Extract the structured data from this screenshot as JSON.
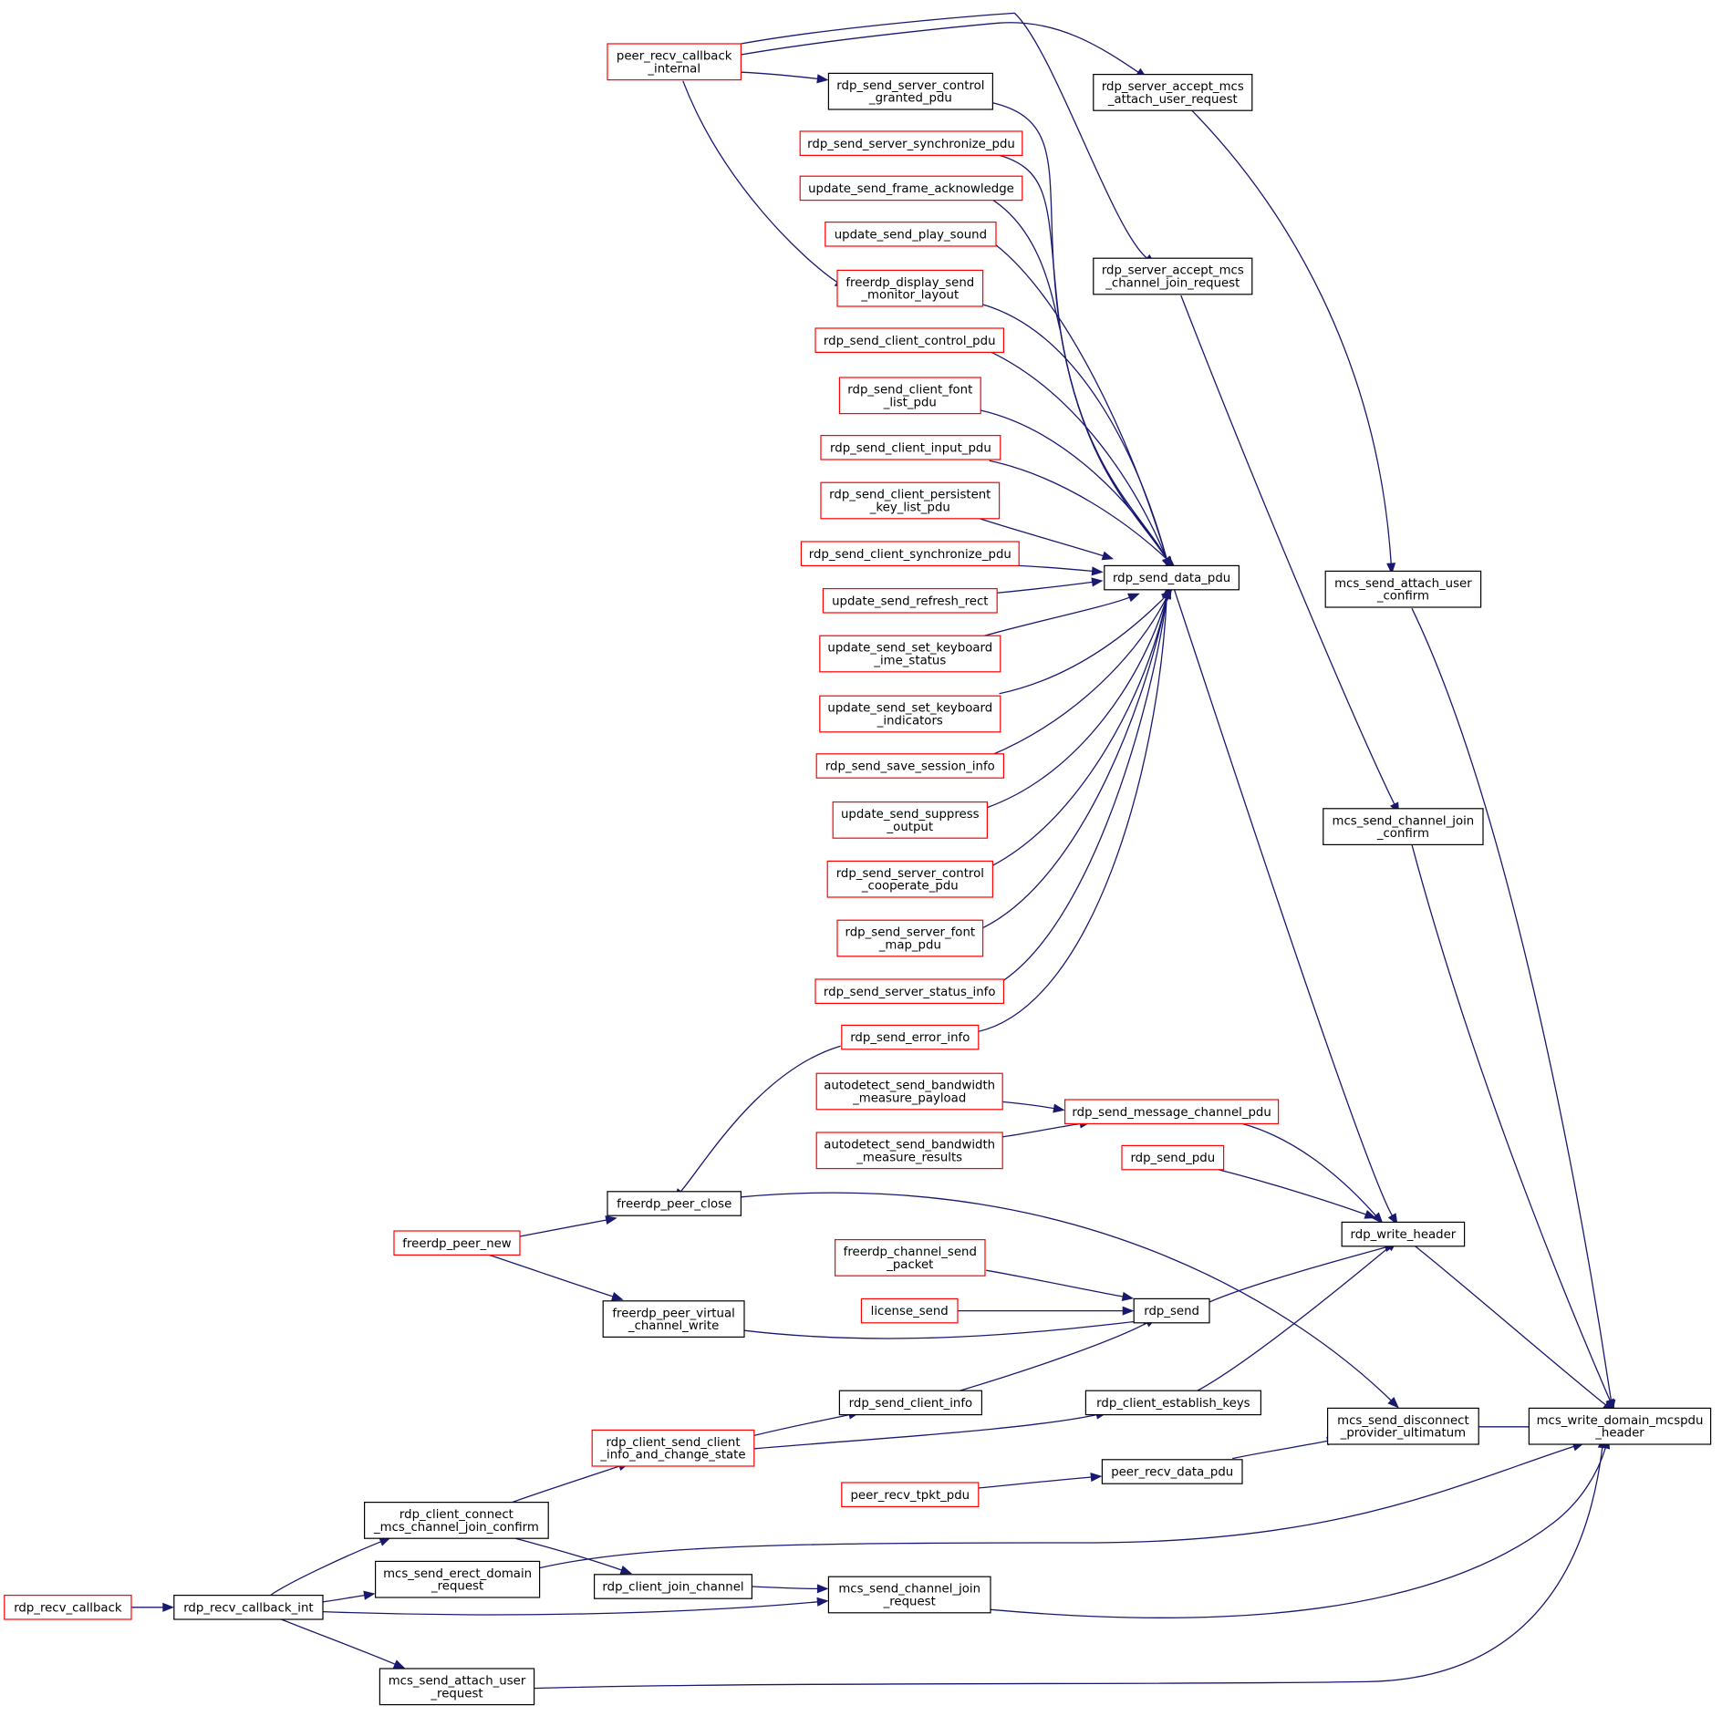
{
  "graph": {
    "colors": {
      "edge": "#191970",
      "border_internal": "#000000",
      "border_external": "#ff0000",
      "highlight_fill": "#bfbfbf"
    },
    "nodes": [
      {
        "id": "mcs_write",
        "lines": [
          "mcs_write_domain_mcspdu",
          "_header"
        ],
        "style": "highlight"
      },
      {
        "id": "peer_recv_cb_internal",
        "lines": [
          "peer_recv_callback",
          "_internal"
        ],
        "style": "red"
      },
      {
        "id": "rdp_send_server_control_granted",
        "lines": [
          "rdp_send_server_control",
          "_granted_pdu"
        ],
        "style": "black"
      },
      {
        "id": "rdp_server_accept_attach",
        "lines": [
          "rdp_server_accept_mcs",
          "_attach_user_request"
        ],
        "style": "black"
      },
      {
        "id": "rdp_send_server_synchronize",
        "lines": [
          "rdp_send_server_synchronize_pdu"
        ],
        "style": "red"
      },
      {
        "id": "update_send_frame_ack",
        "lines": [
          "update_send_frame_acknowledge"
        ],
        "style": "red"
      },
      {
        "id": "update_send_play_sound",
        "lines": [
          "update_send_play_sound"
        ],
        "style": "red"
      },
      {
        "id": "freerdp_display_send",
        "lines": [
          "freerdp_display_send",
          "_monitor_layout"
        ],
        "style": "red"
      },
      {
        "id": "rdp_server_accept_join",
        "lines": [
          "rdp_server_accept_mcs",
          "_channel_join_request"
        ],
        "style": "black"
      },
      {
        "id": "rdp_send_client_control",
        "lines": [
          "rdp_send_client_control_pdu"
        ],
        "style": "red"
      },
      {
        "id": "rdp_send_client_font",
        "lines": [
          "rdp_send_client_font",
          "_list_pdu"
        ],
        "style": "red"
      },
      {
        "id": "rdp_send_client_input",
        "lines": [
          "rdp_send_client_input_pdu"
        ],
        "style": "red"
      },
      {
        "id": "rdp_send_client_persistent",
        "lines": [
          "rdp_send_client_persistent",
          "_key_list_pdu"
        ],
        "style": "red"
      },
      {
        "id": "rdp_send_client_synchronize",
        "lines": [
          "rdp_send_client_synchronize_pdu"
        ],
        "style": "red"
      },
      {
        "id": "rdp_send_data_pdu",
        "lines": [
          "rdp_send_data_pdu"
        ],
        "style": "black"
      },
      {
        "id": "mcs_send_attach_user_confirm",
        "lines": [
          "mcs_send_attach_user",
          "_confirm"
        ],
        "style": "black"
      },
      {
        "id": "update_send_refresh_rect",
        "lines": [
          "update_send_refresh_rect"
        ],
        "style": "red"
      },
      {
        "id": "update_send_keyboard_ime",
        "lines": [
          "update_send_set_keyboard",
          "_ime_status"
        ],
        "style": "red"
      },
      {
        "id": "update_send_keyboard_ind",
        "lines": [
          "update_send_set_keyboard",
          "_indicators"
        ],
        "style": "red"
      },
      {
        "id": "rdp_send_save_session",
        "lines": [
          "rdp_send_save_session_info"
        ],
        "style": "red"
      },
      {
        "id": "update_send_suppress",
        "lines": [
          "update_send_suppress",
          "_output"
        ],
        "style": "red"
      },
      {
        "id": "mcs_send_channel_join_confirm",
        "lines": [
          "mcs_send_channel_join",
          "_confirm"
        ],
        "style": "black"
      },
      {
        "id": "rdp_send_server_cooperate",
        "lines": [
          "rdp_send_server_control",
          "_cooperate_pdu"
        ],
        "style": "red"
      },
      {
        "id": "rdp_send_server_font",
        "lines": [
          "rdp_send_server_font",
          "_map_pdu"
        ],
        "style": "red"
      },
      {
        "id": "rdp_send_server_status",
        "lines": [
          "rdp_send_server_status_info"
        ],
        "style": "red"
      },
      {
        "id": "rdp_send_error_info",
        "lines": [
          "rdp_send_error_info"
        ],
        "style": "red"
      },
      {
        "id": "autodetect_payload",
        "lines": [
          "autodetect_send_bandwidth",
          "_measure_payload"
        ],
        "style": "red"
      },
      {
        "id": "rdp_send_message_channel",
        "lines": [
          "rdp_send_message_channel_pdu"
        ],
        "style": "red"
      },
      {
        "id": "autodetect_results",
        "lines": [
          "autodetect_send_bandwidth",
          "_measure_results"
        ],
        "style": "red"
      },
      {
        "id": "rdp_send_pdu",
        "lines": [
          "rdp_send_pdu"
        ],
        "style": "red"
      },
      {
        "id": "freerdp_peer_close",
        "lines": [
          "freerdp_peer_close"
        ],
        "style": "black"
      },
      {
        "id": "rdp_write_header",
        "lines": [
          "rdp_write_header"
        ],
        "style": "black"
      },
      {
        "id": "freerdp_peer_new",
        "lines": [
          "freerdp_peer_new"
        ],
        "style": "red"
      },
      {
        "id": "freerdp_channel_send",
        "lines": [
          "freerdp_channel_send",
          "_packet"
        ],
        "style": "red"
      },
      {
        "id": "license_send",
        "lines": [
          "license_send"
        ],
        "style": "red"
      },
      {
        "id": "rdp_send",
        "lines": [
          "rdp_send"
        ],
        "style": "black"
      },
      {
        "id": "freerdp_peer_virtual",
        "lines": [
          "freerdp_peer_virtual",
          "_channel_write"
        ],
        "style": "black"
      },
      {
        "id": "rdp_send_client_info",
        "lines": [
          "rdp_send_client_info"
        ],
        "style": "black"
      },
      {
        "id": "rdp_client_establish_keys",
        "lines": [
          "rdp_client_establish_keys"
        ],
        "style": "black"
      },
      {
        "id": "mcs_send_disconnect",
        "lines": [
          "mcs_send_disconnect",
          "_provider_ultimatum"
        ],
        "style": "black"
      },
      {
        "id": "rdp_client_send_client_info",
        "lines": [
          "rdp_client_send_client",
          "_info_and_change_state"
        ],
        "style": "red"
      },
      {
        "id": "peer_recv_data_pdu",
        "lines": [
          "peer_recv_data_pdu"
        ],
        "style": "black"
      },
      {
        "id": "peer_recv_tpkt_pdu",
        "lines": [
          "peer_recv_tpkt_pdu"
        ],
        "style": "red"
      },
      {
        "id": "rdp_client_connect_join",
        "lines": [
          "rdp_client_connect",
          "_mcs_channel_join_confirm"
        ],
        "style": "black"
      },
      {
        "id": "mcs_send_erect_domain",
        "lines": [
          "mcs_send_erect_domain",
          "_request"
        ],
        "style": "black"
      },
      {
        "id": "rdp_client_join_channel",
        "lines": [
          "rdp_client_join_channel"
        ],
        "style": "black"
      },
      {
        "id": "mcs_send_channel_join_request",
        "lines": [
          "mcs_send_channel_join",
          "_request"
        ],
        "style": "black"
      },
      {
        "id": "rdp_recv_callback",
        "lines": [
          "rdp_recv_callback"
        ],
        "style": "red"
      },
      {
        "id": "rdp_recv_callback_int",
        "lines": [
          "rdp_recv_callback_int"
        ],
        "style": "black"
      },
      {
        "id": "mcs_send_attach_user_request",
        "lines": [
          "mcs_send_attach_user",
          "_request"
        ],
        "style": "black"
      }
    ]
  }
}
